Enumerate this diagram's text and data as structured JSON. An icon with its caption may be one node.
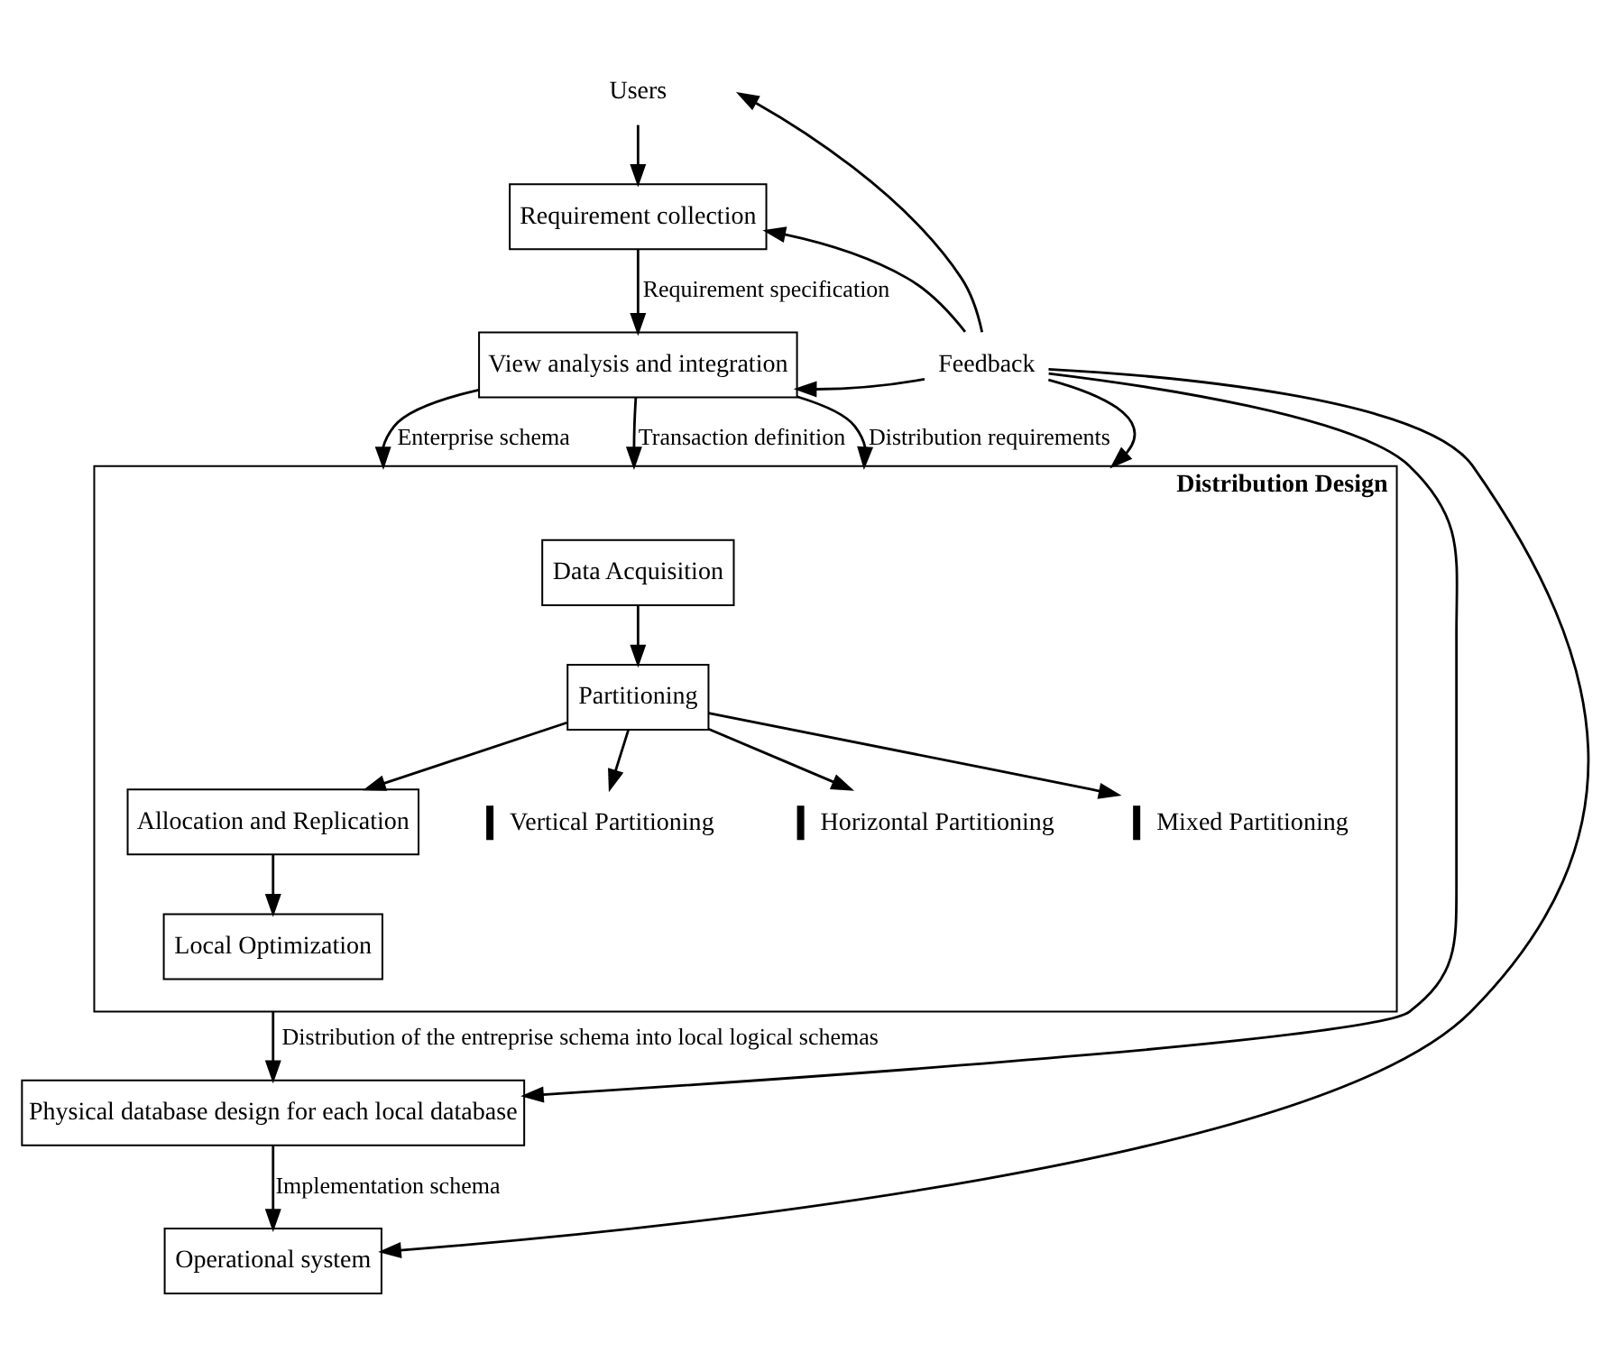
{
  "diagram": {
    "nodes": [
      {
        "text": [
          "Users"
        ]
      },
      {
        "text": [
          "Requirement collection"
        ]
      },
      {
        "text": [
          "View analysis and integration"
        ]
      },
      {
        "text": [
          "Distribution Design"
        ]
      },
      {
        "text": [
          "Data Acquisition"
        ],
        "in": 3
      },
      {
        "text": [
          "Partitioning"
        ],
        "in": 3
      },
      {
        "text": [
          "Allocation and Replication"
        ],
        "in": 3
      },
      {
        "text": [
          "Local Optimization"
        ],
        "in": 3
      },
      {
        "text": [
          "Vertical Partitioning"
        ],
        "in": 3
      },
      {
        "text": [
          "Horizontal Partitioning"
        ],
        "in": 3
      },
      {
        "text": [
          "Mixed Partitioning"
        ],
        "in": 3
      },
      {
        "text": [
          "Physical database design for each local database"
        ]
      },
      {
        "text": [
          "Operational system"
        ]
      },
      {
        "text": [
          "Feedback"
        ]
      }
    ],
    "edges": [
      {
        "from": 0,
        "to": 1,
        "arrow": "to"
      },
      {
        "from": 1,
        "to": 2,
        "arrow": "to",
        "label": "Requirement specification"
      },
      {
        "from": 2,
        "to": 3,
        "arrow": "to",
        "label": "Enterprise schema"
      },
      {
        "from": 2,
        "to": 3,
        "arrow": "to",
        "label": "Transaction definition"
      },
      {
        "from": 2,
        "to": 3,
        "arrow": "to",
        "label": "Distribution requirements"
      },
      {
        "from": 4,
        "to": 5,
        "arrow": "to"
      },
      {
        "from": 5,
        "to": 6,
        "arrow": "to"
      },
      {
        "from": 6,
        "to": 7,
        "arrow": "to"
      },
      {
        "from": 5,
        "to": 8,
        "arrow": "to"
      },
      {
        "from": 5,
        "to": 9,
        "arrow": "to"
      },
      {
        "from": 5,
        "to": 10,
        "arrow": "to"
      },
      {
        "from": 3,
        "to": 11,
        "arrow": "to",
        "label": "Distribution of the entreprise schema into local logical schemas"
      },
      {
        "from": 11,
        "to": 12,
        "arrow": "to",
        "label": "Implementation schema"
      },
      {
        "from": 13,
        "to": null,
        "arrow": "to"
      },
      {
        "from": 13,
        "to": 1,
        "arrow": "to"
      },
      {
        "from": 13,
        "to": 2,
        "arrow": "to"
      },
      {
        "from": 13,
        "to": 3,
        "arrow": "to"
      },
      {
        "from": 13,
        "to": 11,
        "arrow": "to"
      },
      {
        "from": 13,
        "to": 12,
        "arrow": "to"
      }
    ]
  }
}
